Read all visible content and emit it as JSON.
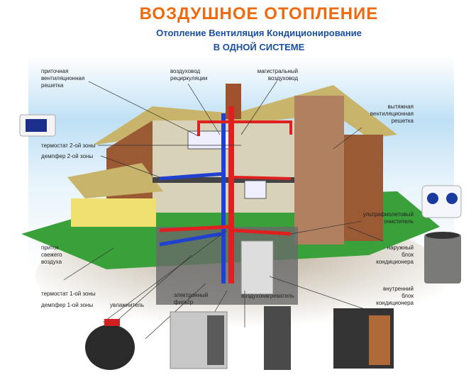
{
  "header": {
    "title": "ВОЗДУШНОЕ  ОТОПЛЕНИЕ",
    "subtitle": "Отопление  Вентиляция  Кондиционирование",
    "subtitle2": "В ОДНОЙ СИСТЕМЕ"
  },
  "labels": {
    "supply_grille": [
      "приточная",
      "вентиляционная",
      "решетка"
    ],
    "recirc_duct": [
      "воздуховод",
      "рециркуляции"
    ],
    "main_duct": [
      "магистральный",
      "воздуховод"
    ],
    "exhaust_grille": [
      "вытяжная",
      "вентиляционная",
      "решетка"
    ],
    "thermostat2": "термостат 2-ой зоны",
    "damper2": "демпфер 2-ой зоны",
    "uv_cleaner": [
      "ультрафиолетовый",
      "очиститель"
    ],
    "fresh_air": [
      "приток",
      "свежего",
      "воздуха"
    ],
    "outdoor_unit": [
      "наружный",
      "блок",
      "кондиционера"
    ],
    "thermostat1": "термостат 1-ой зоны",
    "damper1": "демпфер 1-ой зоны",
    "humidifier": "увлажнитель",
    "e_filter": [
      "электронный",
      "фильтр"
    ],
    "heater": "воздухонагреватель",
    "indoor_unit": [
      "внутренний",
      "блок",
      "кондиционера"
    ]
  },
  "colors": {
    "title": "#ee6a10",
    "subtitle": "#1a4fa0",
    "hot_duct": "#e02020",
    "cold_duct": "#2040d0"
  }
}
